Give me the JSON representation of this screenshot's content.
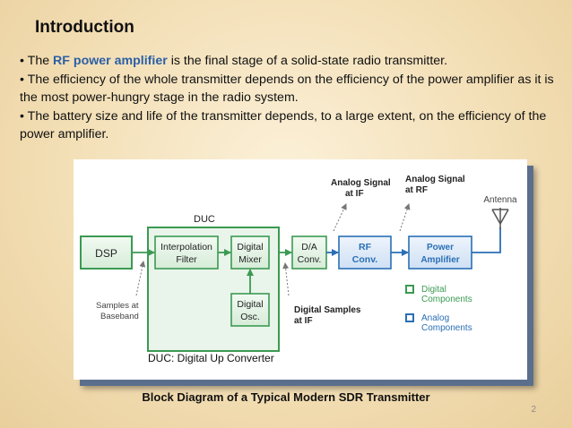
{
  "slide": {
    "title": "Introduction",
    "bullets": [
      {
        "prefix": "• The ",
        "highlight": "RF power amplifier",
        "suffix": " is the final stage of a solid-state radio transmitter."
      },
      {
        "text": "• The efficiency of the whole transmitter depends on the efficiency of the power amplifier as it is the most power-hungry stage in the radio system."
      },
      {
        "text": "• The battery size and life of the transmitter depends, to a large extent, on the efficiency of the power amplifier."
      }
    ],
    "caption": "Block Diagram of a Typical Modern SDR Transmitter",
    "page_number": "2",
    "colors": {
      "highlight": "#2b5fa6",
      "digital_box": "#3b9a52",
      "analog_box": "#2a6fb5"
    }
  },
  "diagram": {
    "duc_label": "DUC",
    "blocks": {
      "dsp": "DSP",
      "interp_line1": "Interpolation",
      "interp_line2": "Filter",
      "mixer_line1": "Digital",
      "mixer_line2": "Mixer",
      "osc_line1": "Digital",
      "osc_line2": "Osc.",
      "da_line1": "D/A",
      "da_line2": "Conv.",
      "rf_line1": "RF",
      "rf_line2": "Conv.",
      "pa_line1": "Power",
      "pa_line2": "Amplifier"
    },
    "annotations": {
      "analog_if_line1": "Analog Signal",
      "analog_if_line2": "at IF",
      "analog_rf_line1": "Analog Signal",
      "analog_rf_line2": "at RF",
      "antenna": "Antenna",
      "samples_line1": "Samples at",
      "samples_line2": "Baseband",
      "digital_samples_line1": "Digital Samples",
      "digital_samples_line2": "at IF",
      "footer": "DUC: Digital Up Converter"
    },
    "legend": {
      "digital_line1": "Digital",
      "digital_line2": "Components",
      "analog_line1": "Analog",
      "analog_line2": "Components"
    }
  }
}
